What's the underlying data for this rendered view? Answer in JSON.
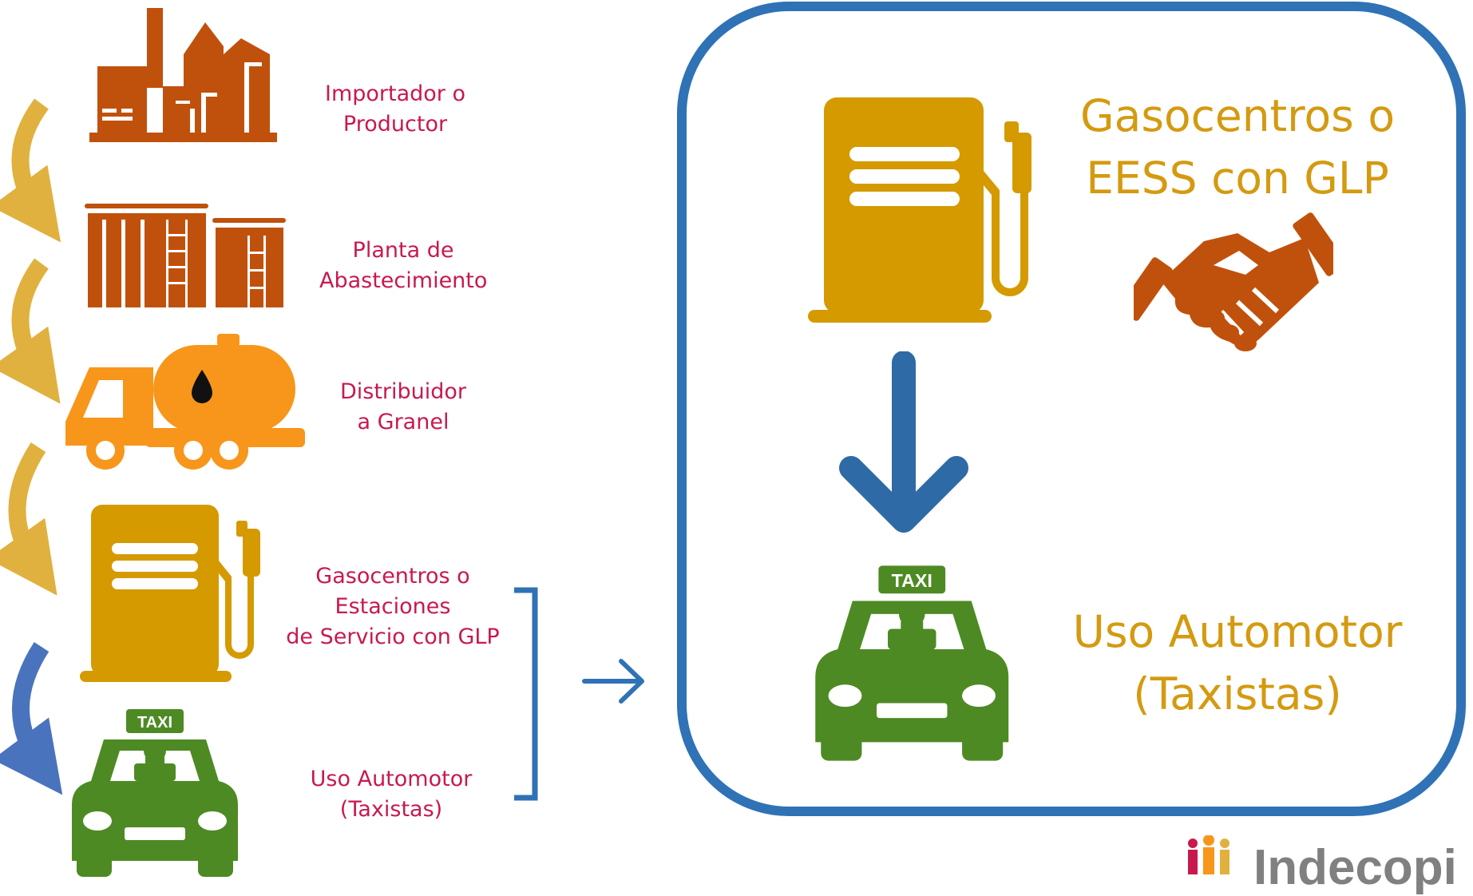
{
  "chain": {
    "stages": [
      {
        "label_1": "Importador o",
        "label_2": "Productor",
        "icon": "factory-icon"
      },
      {
        "label_1": "Planta de",
        "label_2": "Abastecimiento",
        "icon": "storage-tanks-icon"
      },
      {
        "label_1": "Distribuidor",
        "label_2": "a Granel",
        "icon": "tanker-truck-icon"
      },
      {
        "label_1": "Gasocentros o",
        "label_2": "Estaciones",
        "label_3": "de Servicio con GLP",
        "icon": "fuel-pump-icon"
      },
      {
        "label_1": "Uso Automotor",
        "label_2": "(Taxistas)",
        "icon": "taxi-icon"
      }
    ]
  },
  "focus": {
    "station_line_1": "Gasocentros o",
    "station_line_2": "EESS con GLP",
    "usage_line_1": "Uso Automotor",
    "usage_line_2": "(Taxistas)",
    "taxi_sign": "TAXI"
  },
  "logo": {
    "text": "Indecopi"
  },
  "colors": {
    "factory": "#c0510c",
    "truck": "#f7961b",
    "pump": "#d49a00",
    "taxi": "#4e8a23",
    "label": "#c8194f",
    "frame": "#2f72b6",
    "arrow_gold": "#e0b13f",
    "arrow_blue": "#3f6fc0"
  }
}
